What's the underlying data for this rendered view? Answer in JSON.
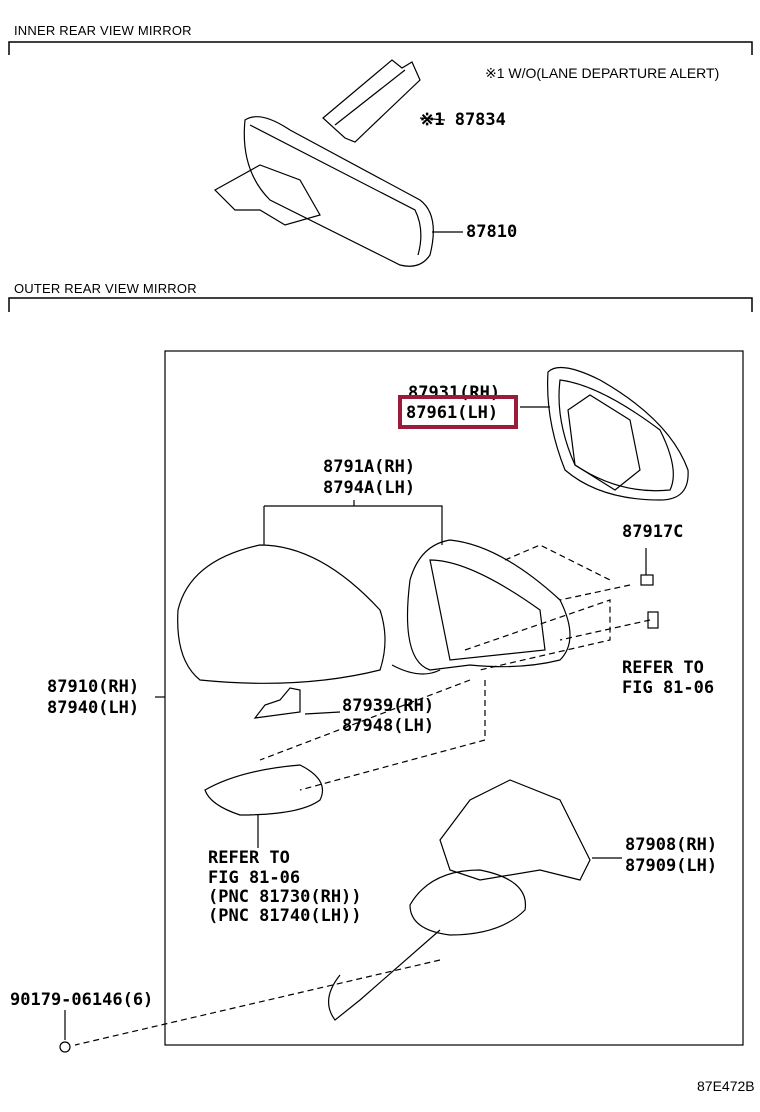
{
  "sections": {
    "inner": "INNER REAR VIEW MIRROR",
    "outer": "OUTER REAR VIEW MIRROR"
  },
  "note": "※1 W/O(LANE DEPARTURE ALERT)",
  "parts": {
    "p87834": "※1 87834",
    "p87810": "87810",
    "p87931": "87931(RH)",
    "p87961": "87961(LH)",
    "p8791A": "8791A(RH)",
    "p8794A": "8794A(LH)",
    "p87917C": "87917C",
    "refer1_a": "REFER TO",
    "refer1_b": "FIG 81-06",
    "p87910": "87910(RH)",
    "p87940": "87940(LH)",
    "p87939": "87939(RH)",
    "p87948": "87948(LH)",
    "refer2_a": "REFER TO",
    "refer2_b": "FIG 81-06",
    "refer2_c": "(PNC 81730(RH))",
    "refer2_d": "(PNC 81740(LH))",
    "p87908": "87908(RH)",
    "p87909": "87909(LH)",
    "p90179": "90179-06146(6)"
  },
  "highlight_color": "#9b1b3a",
  "figure_code": "87E472B"
}
